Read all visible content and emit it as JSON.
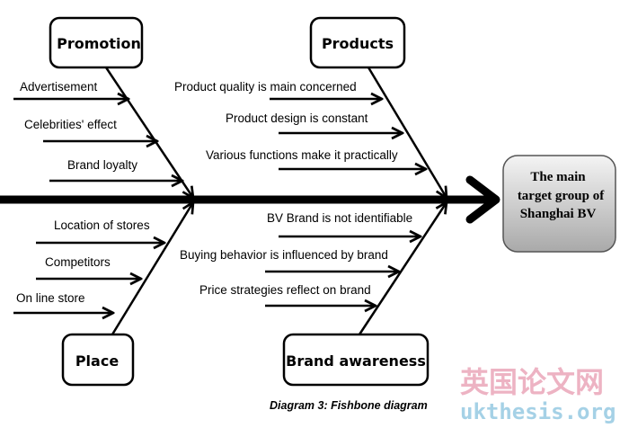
{
  "effect": {
    "lines": [
      "The main",
      "target group of",
      "Shanghai BV"
    ]
  },
  "categories": {
    "promotion": {
      "label": "Promotion",
      "causes": [
        "Advertisement",
        "Celebrities' effect",
        "Brand loyalty"
      ]
    },
    "products": {
      "label": "Products",
      "causes": [
        "Product quality is main concerned",
        "Product design is constant",
        "Various functions make it practically"
      ]
    },
    "place": {
      "label": "Place",
      "causes": [
        "Location of stores",
        "Competitors",
        "On line store"
      ]
    },
    "brand_awareness": {
      "label": "Brand awareness",
      "causes": [
        "BV Brand is not identifiable",
        "Buying behavior is influenced by brand",
        "Price strategies reflect on brand"
      ]
    }
  },
  "caption": "Diagram 3: Fishbone diagram",
  "watermark": {
    "chinese": "英国论文网",
    "latin": "ukthesis.org"
  }
}
